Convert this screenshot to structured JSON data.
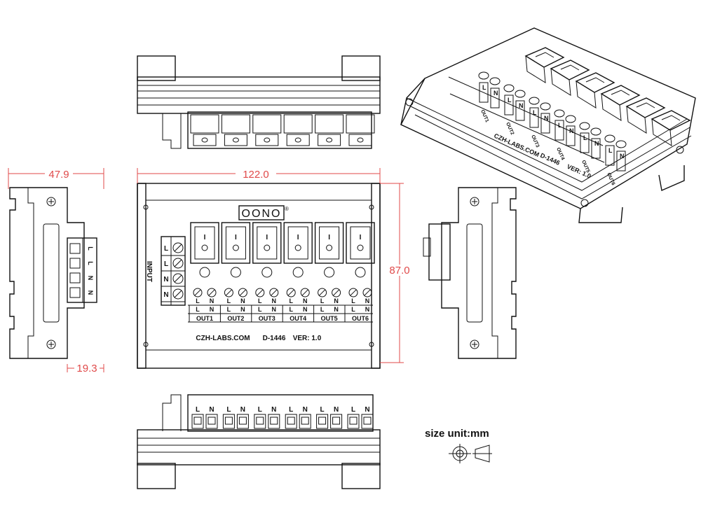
{
  "brand": "OONO",
  "brand_mark": "®",
  "company": "CZH-LABS.COM",
  "model": "D-1446",
  "version": "VER: 1.0",
  "input_label": "INPUT",
  "input_terminals": [
    "L",
    "L",
    "N",
    "N"
  ],
  "outputs": [
    "OUT1",
    "OUT2",
    "OUT3",
    "OUT4",
    "OUT5",
    "OUT6"
  ],
  "terminal_l": "L",
  "terminal_n": "N",
  "switch_mark": "I",
  "dimensions": {
    "width": "122.0",
    "height": "87.0",
    "depth": "47.9",
    "offset": "19.3"
  },
  "size_unit": "size unit:mm"
}
